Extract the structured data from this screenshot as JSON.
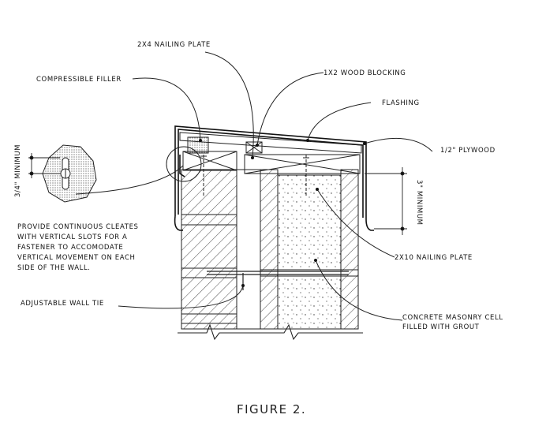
{
  "labels": {
    "nailing_plate_2x4": "2X4 NAILING PLATE",
    "wood_blocking": "1X2 WOOD BLOCKING",
    "compressible_filler": "COMPRESSIBLE FILLER",
    "flashing": "FLASHING",
    "plywood": "1/2\" PLYWOOD",
    "min_three_quarter": "3/4\" MINIMUM",
    "min_three": "3\" MINIMUM",
    "nailing_plate_2x10": "2X10 NAILING PLATE",
    "adjustable_tie": "ADJUSTABLE WALL TIE",
    "cmu_line1": "CONCRETE MASONRY CELL",
    "cmu_line2": "FILLED WITH GROUT"
  },
  "note": "PROVIDE CONTINUOUS CLEATES\nWITH VERTICAL SLOTS FOR A\nFASTENER TO ACCOMODATE\nVERTICAL MOVEMENT ON EACH\nSIDE OF THE WALL.",
  "caption": "FIGURE 2."
}
